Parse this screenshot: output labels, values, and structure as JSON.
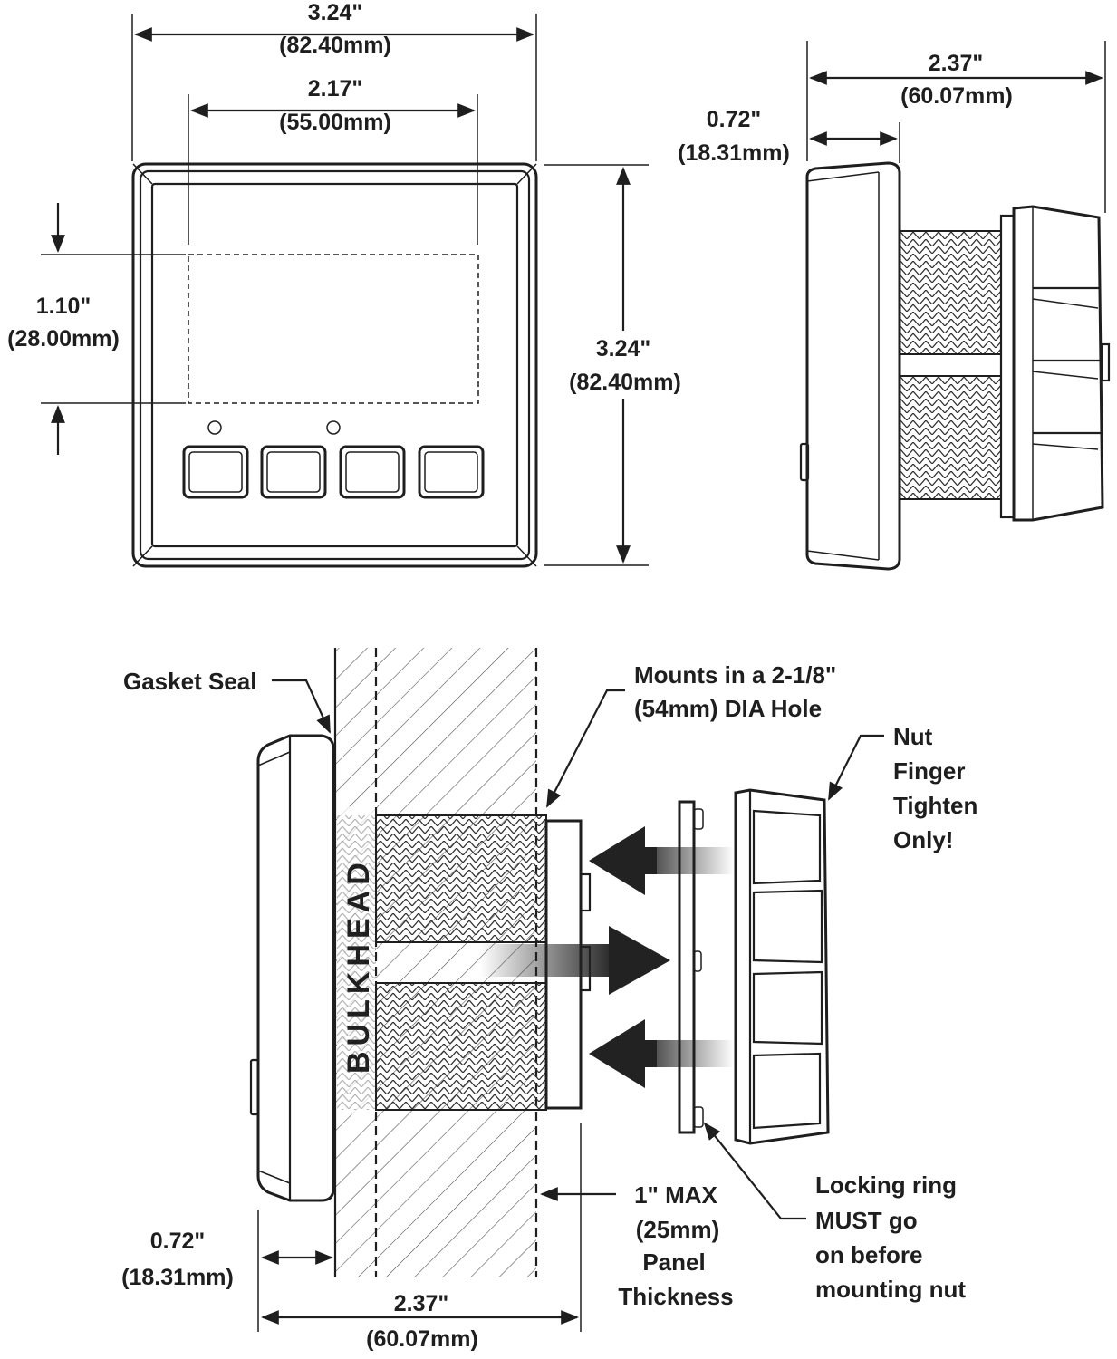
{
  "front_view": {
    "width_dim": {
      "inch": "3.24\"",
      "mm": "(82.40mm)"
    },
    "screen_width_dim": {
      "inch": "2.17\"",
      "mm": "(55.00mm)"
    },
    "screen_height_dim": {
      "inch": "1.10\"",
      "mm": "(28.00mm)"
    },
    "height_dim": {
      "inch": "3.24\"",
      "mm": "(82.40mm)"
    }
  },
  "side_view": {
    "depth_dim": {
      "inch": "2.37\"",
      "mm": "(60.07mm)"
    },
    "bezel_dim": {
      "inch": "0.72\"",
      "mm": "(18.31mm)"
    }
  },
  "install_view": {
    "gasket_label": "Gasket Seal",
    "bulkhead_label": "BULKHEAD",
    "hole_label": {
      "line1": "Mounts in a 2-1/8\"",
      "line2": "(54mm) DIA Hole"
    },
    "nut_label": {
      "line1": "Nut",
      "line2": "Finger",
      "line3": "Tighten",
      "line4": "Only!"
    },
    "panel_label": {
      "line1": "1\" MAX",
      "line2": "(25mm)",
      "line3": "Panel",
      "line4": "Thickness"
    },
    "ring_label": {
      "line1": "Locking ring",
      "line2": "MUST go",
      "line3": "on before",
      "line4": "mounting nut"
    },
    "bezel_dim": {
      "inch": "0.72\"",
      "mm": "(18.31mm)"
    },
    "depth_dim": {
      "inch": "2.37\"",
      "mm": "(60.07mm)"
    }
  }
}
